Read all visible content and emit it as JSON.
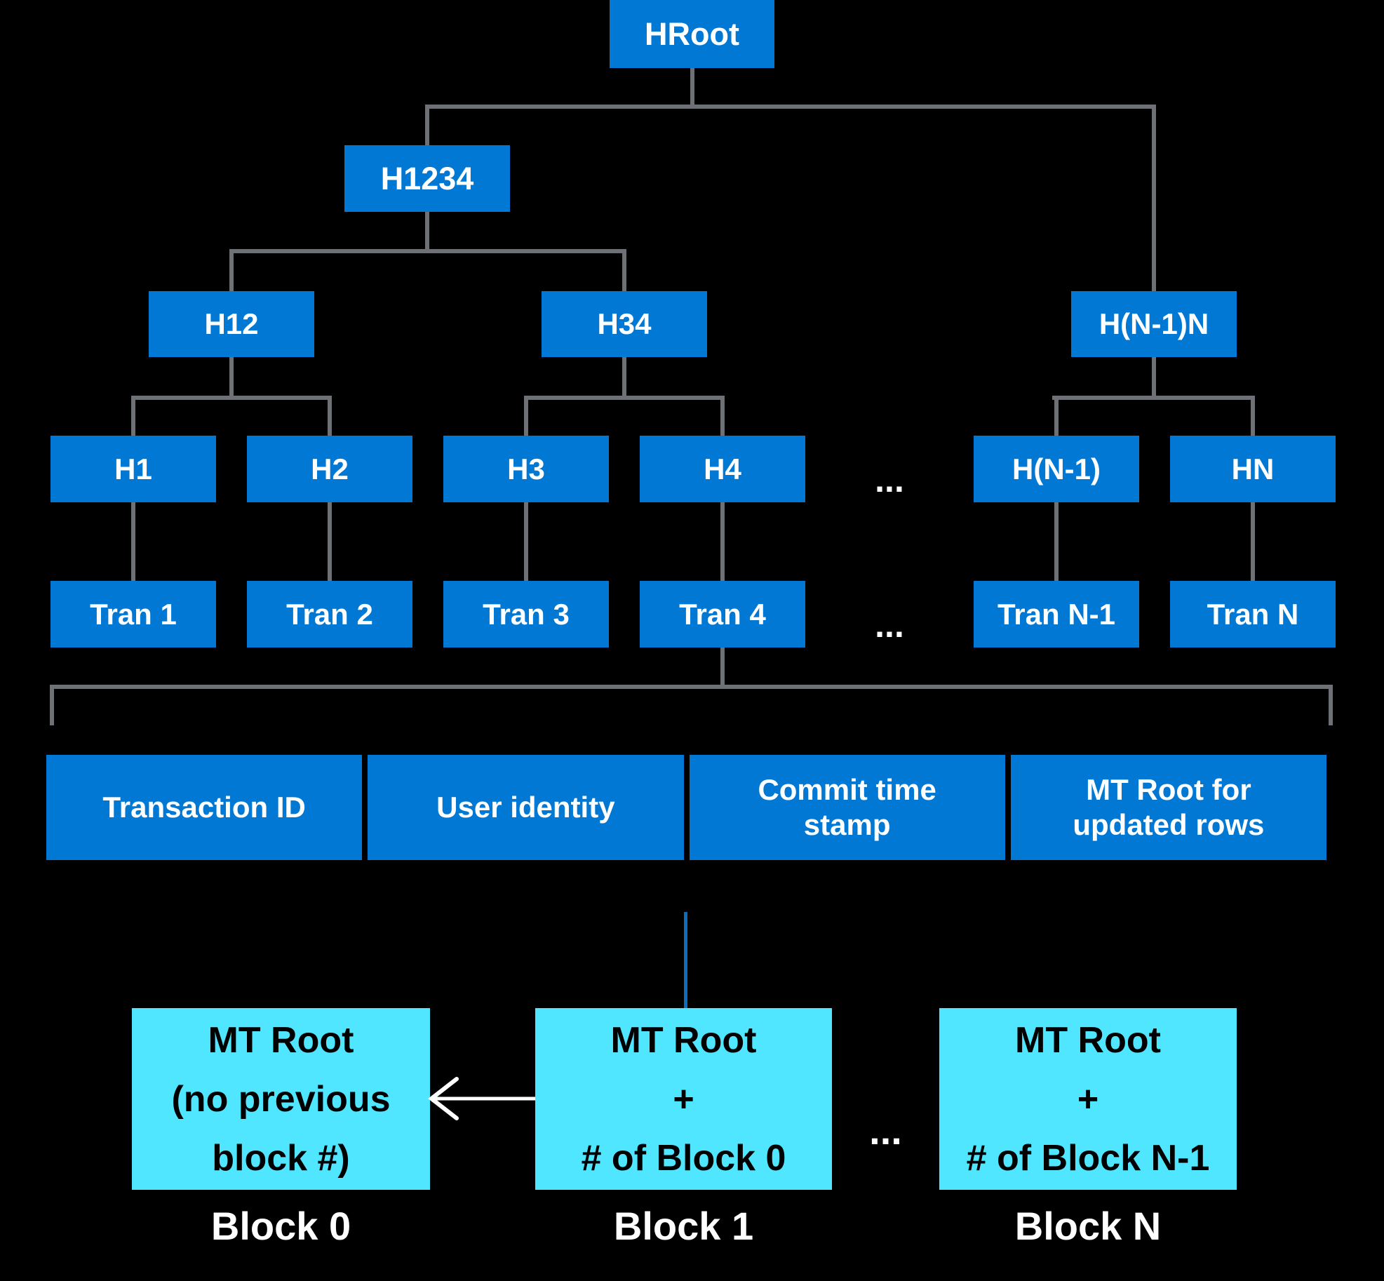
{
  "colors": {
    "node_blue": "#0078D4",
    "block_cyan": "#50E6FF",
    "connector_gray": "#6D7074",
    "link_blue": "#0F6CBD",
    "arrow_white": "#FFFFFF"
  },
  "tree": {
    "root": {
      "label": "HRoot"
    },
    "level2": [
      {
        "label": "H1234"
      }
    ],
    "level3": [
      {
        "label": "H12"
      },
      {
        "label": "H34"
      },
      {
        "label": "H(N-1)N"
      }
    ],
    "level4": [
      {
        "label": "H1"
      },
      {
        "label": "H2"
      },
      {
        "label": "H3"
      },
      {
        "label": "H4"
      },
      {
        "label": "H(N-1)"
      },
      {
        "label": "HN"
      }
    ],
    "level4_ellipsis": "...",
    "level5": [
      {
        "label": "Tran 1"
      },
      {
        "label": "Tran 2"
      },
      {
        "label": "Tran 3"
      },
      {
        "label": "Tran 4"
      },
      {
        "label": "Tran N-1"
      },
      {
        "label": "Tran N"
      }
    ],
    "level5_ellipsis": "..."
  },
  "transaction_detail": {
    "cells": [
      {
        "label": "Transaction ID"
      },
      {
        "label": "User identity"
      },
      {
        "label": "Commit time stamp"
      },
      {
        "label": "MT Root for updated rows"
      }
    ]
  },
  "blocks": {
    "items": [
      {
        "lines": [
          "MT Root",
          "(no previous",
          "block #)"
        ],
        "caption": "Block 0"
      },
      {
        "lines": [
          "MT Root",
          "+",
          "# of Block 0"
        ],
        "caption": "Block 1"
      },
      {
        "lines": [
          "MT Root",
          "+",
          "# of Block N-1"
        ],
        "caption": "Block N"
      }
    ],
    "ellipsis": "..."
  }
}
